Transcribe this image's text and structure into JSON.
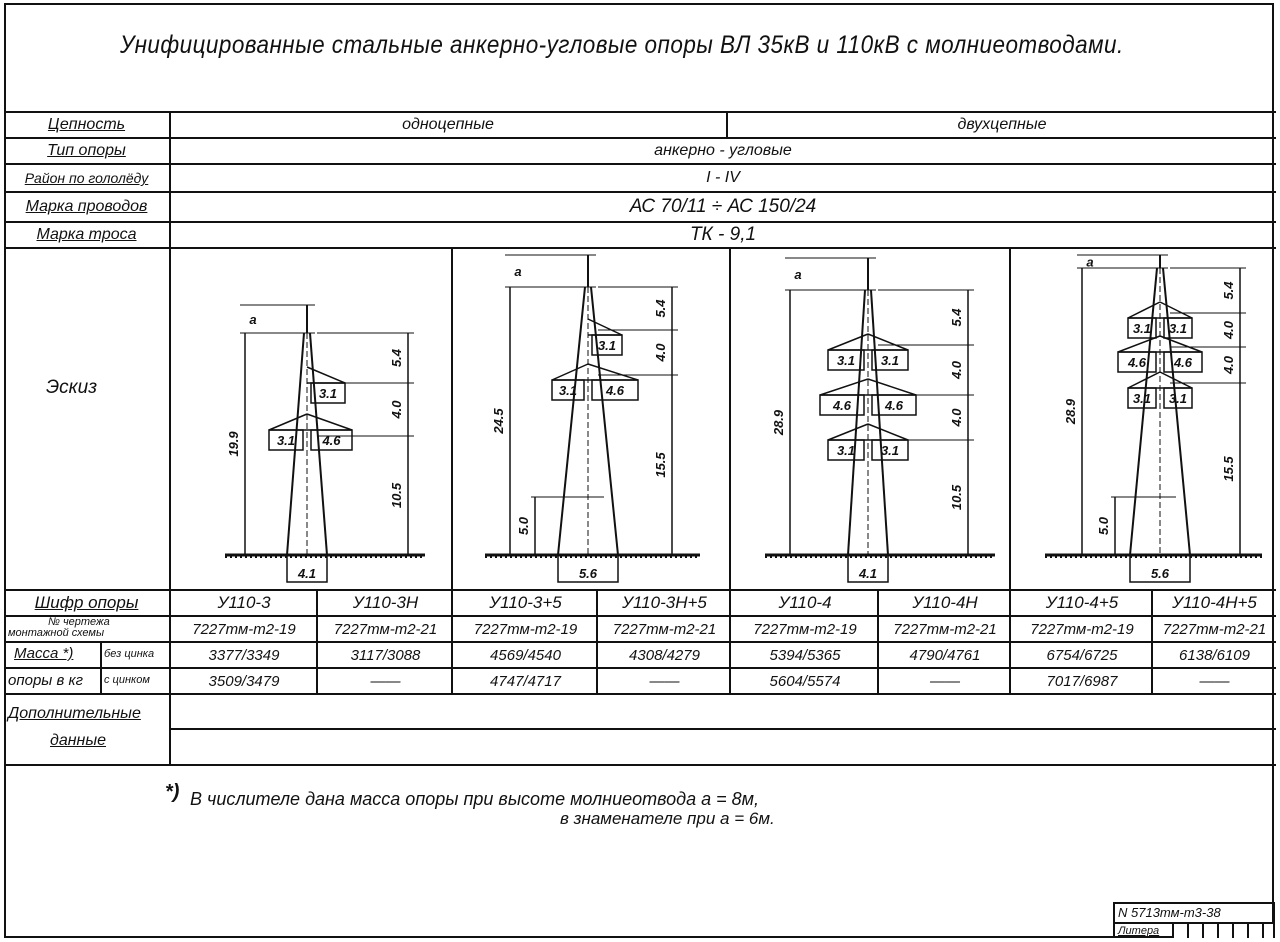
{
  "title": "Унифицированные стальные анкерно-угловые опоры ВЛ 35кВ и 110кВ с молниеотводами.",
  "header_rows": {
    "circuits_label": "Цепность",
    "single_circuit": "одноцепные",
    "double_circuit": "двухцепные",
    "type_label": "Тип опоры",
    "type_value": "анкерно - угловые",
    "ice_label": "Район по гололёду",
    "ice_value": "I - IV",
    "wire_label": "Марка проводов",
    "wire_value": "АС 70/11 ÷ АС 150/24",
    "cable_label": "Марка троса",
    "cable_value": "ТК - 9,1"
  },
  "sketch_label": "Эскиз",
  "towers": [
    {
      "lightning_rod": "а",
      "total_height": "19.9",
      "right_dims": [
        "5.4",
        "4.0",
        "10.5"
      ],
      "base": "4.1",
      "inner": "",
      "arms": [
        [
          "",
          "3.1"
        ],
        [
          "3.1",
          "4.6"
        ]
      ]
    },
    {
      "lightning_rod": "а",
      "total_height": "24.5",
      "right_dims": [
        "5.4",
        "4.0",
        "15.5"
      ],
      "base": "5.6",
      "inner": "5.0",
      "arms": [
        [
          "",
          "3.1"
        ],
        [
          "3.1",
          "4.6"
        ]
      ]
    },
    {
      "lightning_rod": "а",
      "total_height": "28.9",
      "right_dims": [
        "5.4",
        "4.0",
        "4.0",
        "10.5"
      ],
      "base": "4.1",
      "inner": "",
      "arms": [
        [
          "3.1",
          "3.1"
        ],
        [
          "4.6",
          "4.6"
        ],
        [
          "3.1",
          "3.1"
        ]
      ]
    },
    {
      "lightning_rod": "а",
      "total_height": "28.9",
      "right_dims": [
        "5.4",
        "4.0",
        "4.0",
        "15.5"
      ],
      "base": "5.6",
      "inner": "5.0",
      "arms": [
        [
          "3.1",
          "3.1"
        ],
        [
          "4.6",
          "4.6"
        ],
        [
          "3.1",
          "3.1"
        ]
      ]
    }
  ],
  "table": {
    "code_label": "Шифр опоры",
    "drawing_label_1": "№ чертежа",
    "drawing_label_2": "монтажной схемы",
    "mass_label_1": "Масса *)",
    "mass_label_2": "опоры в кг",
    "without_zinc": "без цинка",
    "with_zinc": "с цинком",
    "columns": [
      {
        "code": "У110-3",
        "drawing": "7227тм-т2-19",
        "mass_no_zinc": "3377/3349",
        "mass_zinc": "3509/3479"
      },
      {
        "code": "У110-3Н",
        "drawing": "7227тм-т2-21",
        "mass_no_zinc": "3117/3088",
        "mass_zinc": "——"
      },
      {
        "code": "У110-3+5",
        "drawing": "7227тм-т2-19",
        "mass_no_zinc": "4569/4540",
        "mass_zinc": "4747/4717"
      },
      {
        "code": "У110-3Н+5",
        "drawing": "7227тм-т2-21",
        "mass_no_zinc": "4308/4279",
        "mass_zinc": "——"
      },
      {
        "code": "У110-4",
        "drawing": "7227тм-т2-19",
        "mass_no_zinc": "5394/5365",
        "mass_zinc": "5604/5574"
      },
      {
        "code": "У110-4Н",
        "drawing": "7227тм-т2-21",
        "mass_no_zinc": "4790/4761",
        "mass_zinc": "——"
      },
      {
        "code": "У110-4+5",
        "drawing": "7227тм-т2-19",
        "mass_no_zinc": "6754/6725",
        "mass_zinc": "7017/6987"
      },
      {
        "code": "У110-4Н+5",
        "drawing": "7227тм-т2-21",
        "mass_no_zinc": "6138/6109",
        "mass_zinc": "——"
      }
    ],
    "extra_label_1": "Дополнительные",
    "extra_label_2": "данные"
  },
  "footnote": {
    "marker": "*)",
    "line1": "В числителе дана масса опоры при высоте молниеотвода  а = 8м,",
    "line2": "в знаменателе при  а = 6м."
  },
  "stamp": {
    "number": "N 5713тм-т3-38",
    "litera": "Литера"
  }
}
